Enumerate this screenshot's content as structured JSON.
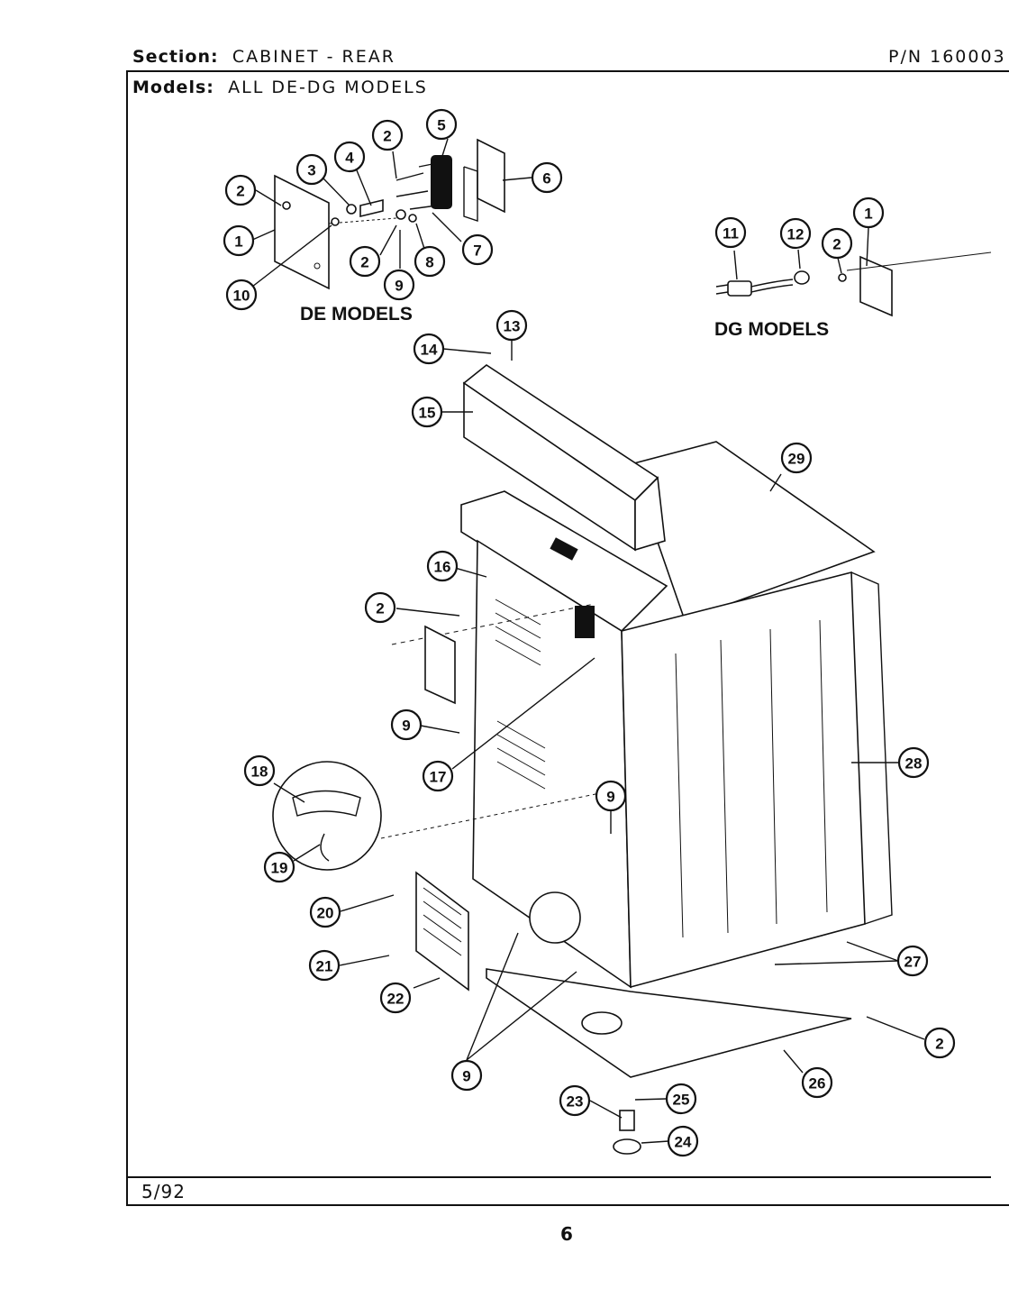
{
  "header": {
    "section_label": "Section:",
    "section_value": "CABINET - REAR",
    "pn_label": "P/N 160003",
    "models_label": "Models:",
    "models_value": "ALL DE-DG MODELS"
  },
  "labels": {
    "de_models": "DE MODELS",
    "dg_models": "DG MODELS"
  },
  "callouts": [
    "1",
    "2",
    "3",
    "4",
    "5",
    "6",
    "7",
    "8",
    "9",
    "10",
    "11",
    "12",
    "13",
    "14",
    "15",
    "16",
    "17",
    "18",
    "19",
    "20",
    "21",
    "22",
    "23",
    "24",
    "25",
    "26",
    "27",
    "28",
    "29"
  ],
  "footer": {
    "date": "5/92",
    "page_number": "6"
  }
}
